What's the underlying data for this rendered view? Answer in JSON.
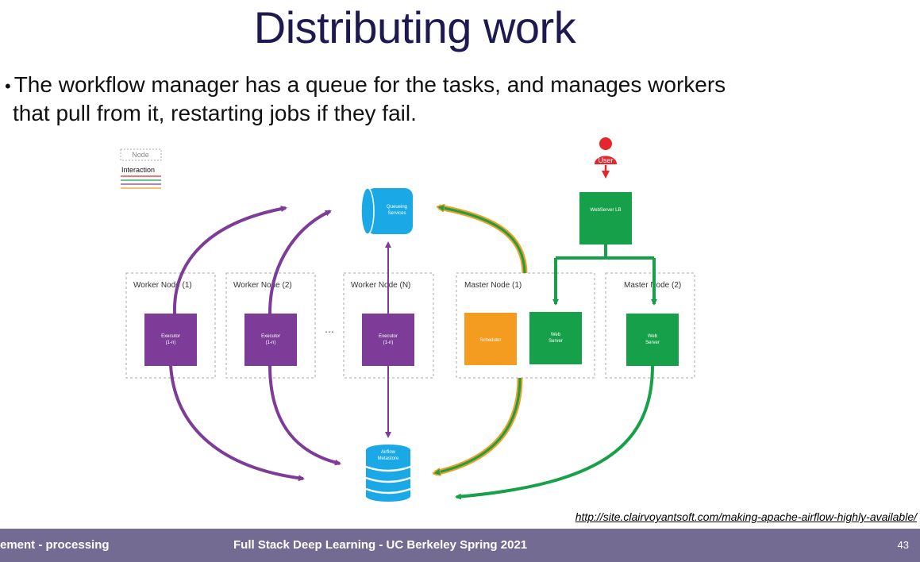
{
  "slide": {
    "title": "Distributing work",
    "bullet_line1": "The workflow manager has a queue for the tasks, and manages workers",
    "bullet_line2": "that pull from it, restarting jobs if they fail.",
    "source_link": "http://site.clairvoyantsoft.com/making-apache-airflow-highly-available/"
  },
  "diagram": {
    "legend": {
      "node": "Node",
      "interaction": "Interaction"
    },
    "user_label": "User",
    "webserver_lb": "WebServer LB",
    "queue_label_1": "Queueing",
    "queue_label_2": "Services",
    "metastore_label_1": "Airflow",
    "metastore_label_2": "Metastore",
    "ellipsis": "...",
    "nodes": [
      {
        "title": "Worker Node (1)",
        "box_line1": "Executor",
        "box_line2": "(1-n)"
      },
      {
        "title": "Worker Node (2)",
        "box_line1": "Executor",
        "box_line2": "(1-n)"
      },
      {
        "title": "Worker Node (N)",
        "box_line1": "Executor",
        "box_line2": "(1-n)"
      },
      {
        "title": "Master Node (1)",
        "scheduler": "Scheduler",
        "web_line1": "Web",
        "web_line2": "Server"
      },
      {
        "title": "Master Node (2)",
        "web_line1": "Web",
        "web_line2": "Server"
      }
    ],
    "colors": {
      "purple": "#7d3c98",
      "green": "#16a04a",
      "orange": "#f39c1f",
      "blue": "#1aa9e6",
      "red": "#e5262c",
      "node_border": "#aaaaaa"
    }
  },
  "footer": {
    "left": "ement - processing",
    "center": "Full Stack Deep Learning - UC Berkeley Spring 2021",
    "page": "43"
  }
}
